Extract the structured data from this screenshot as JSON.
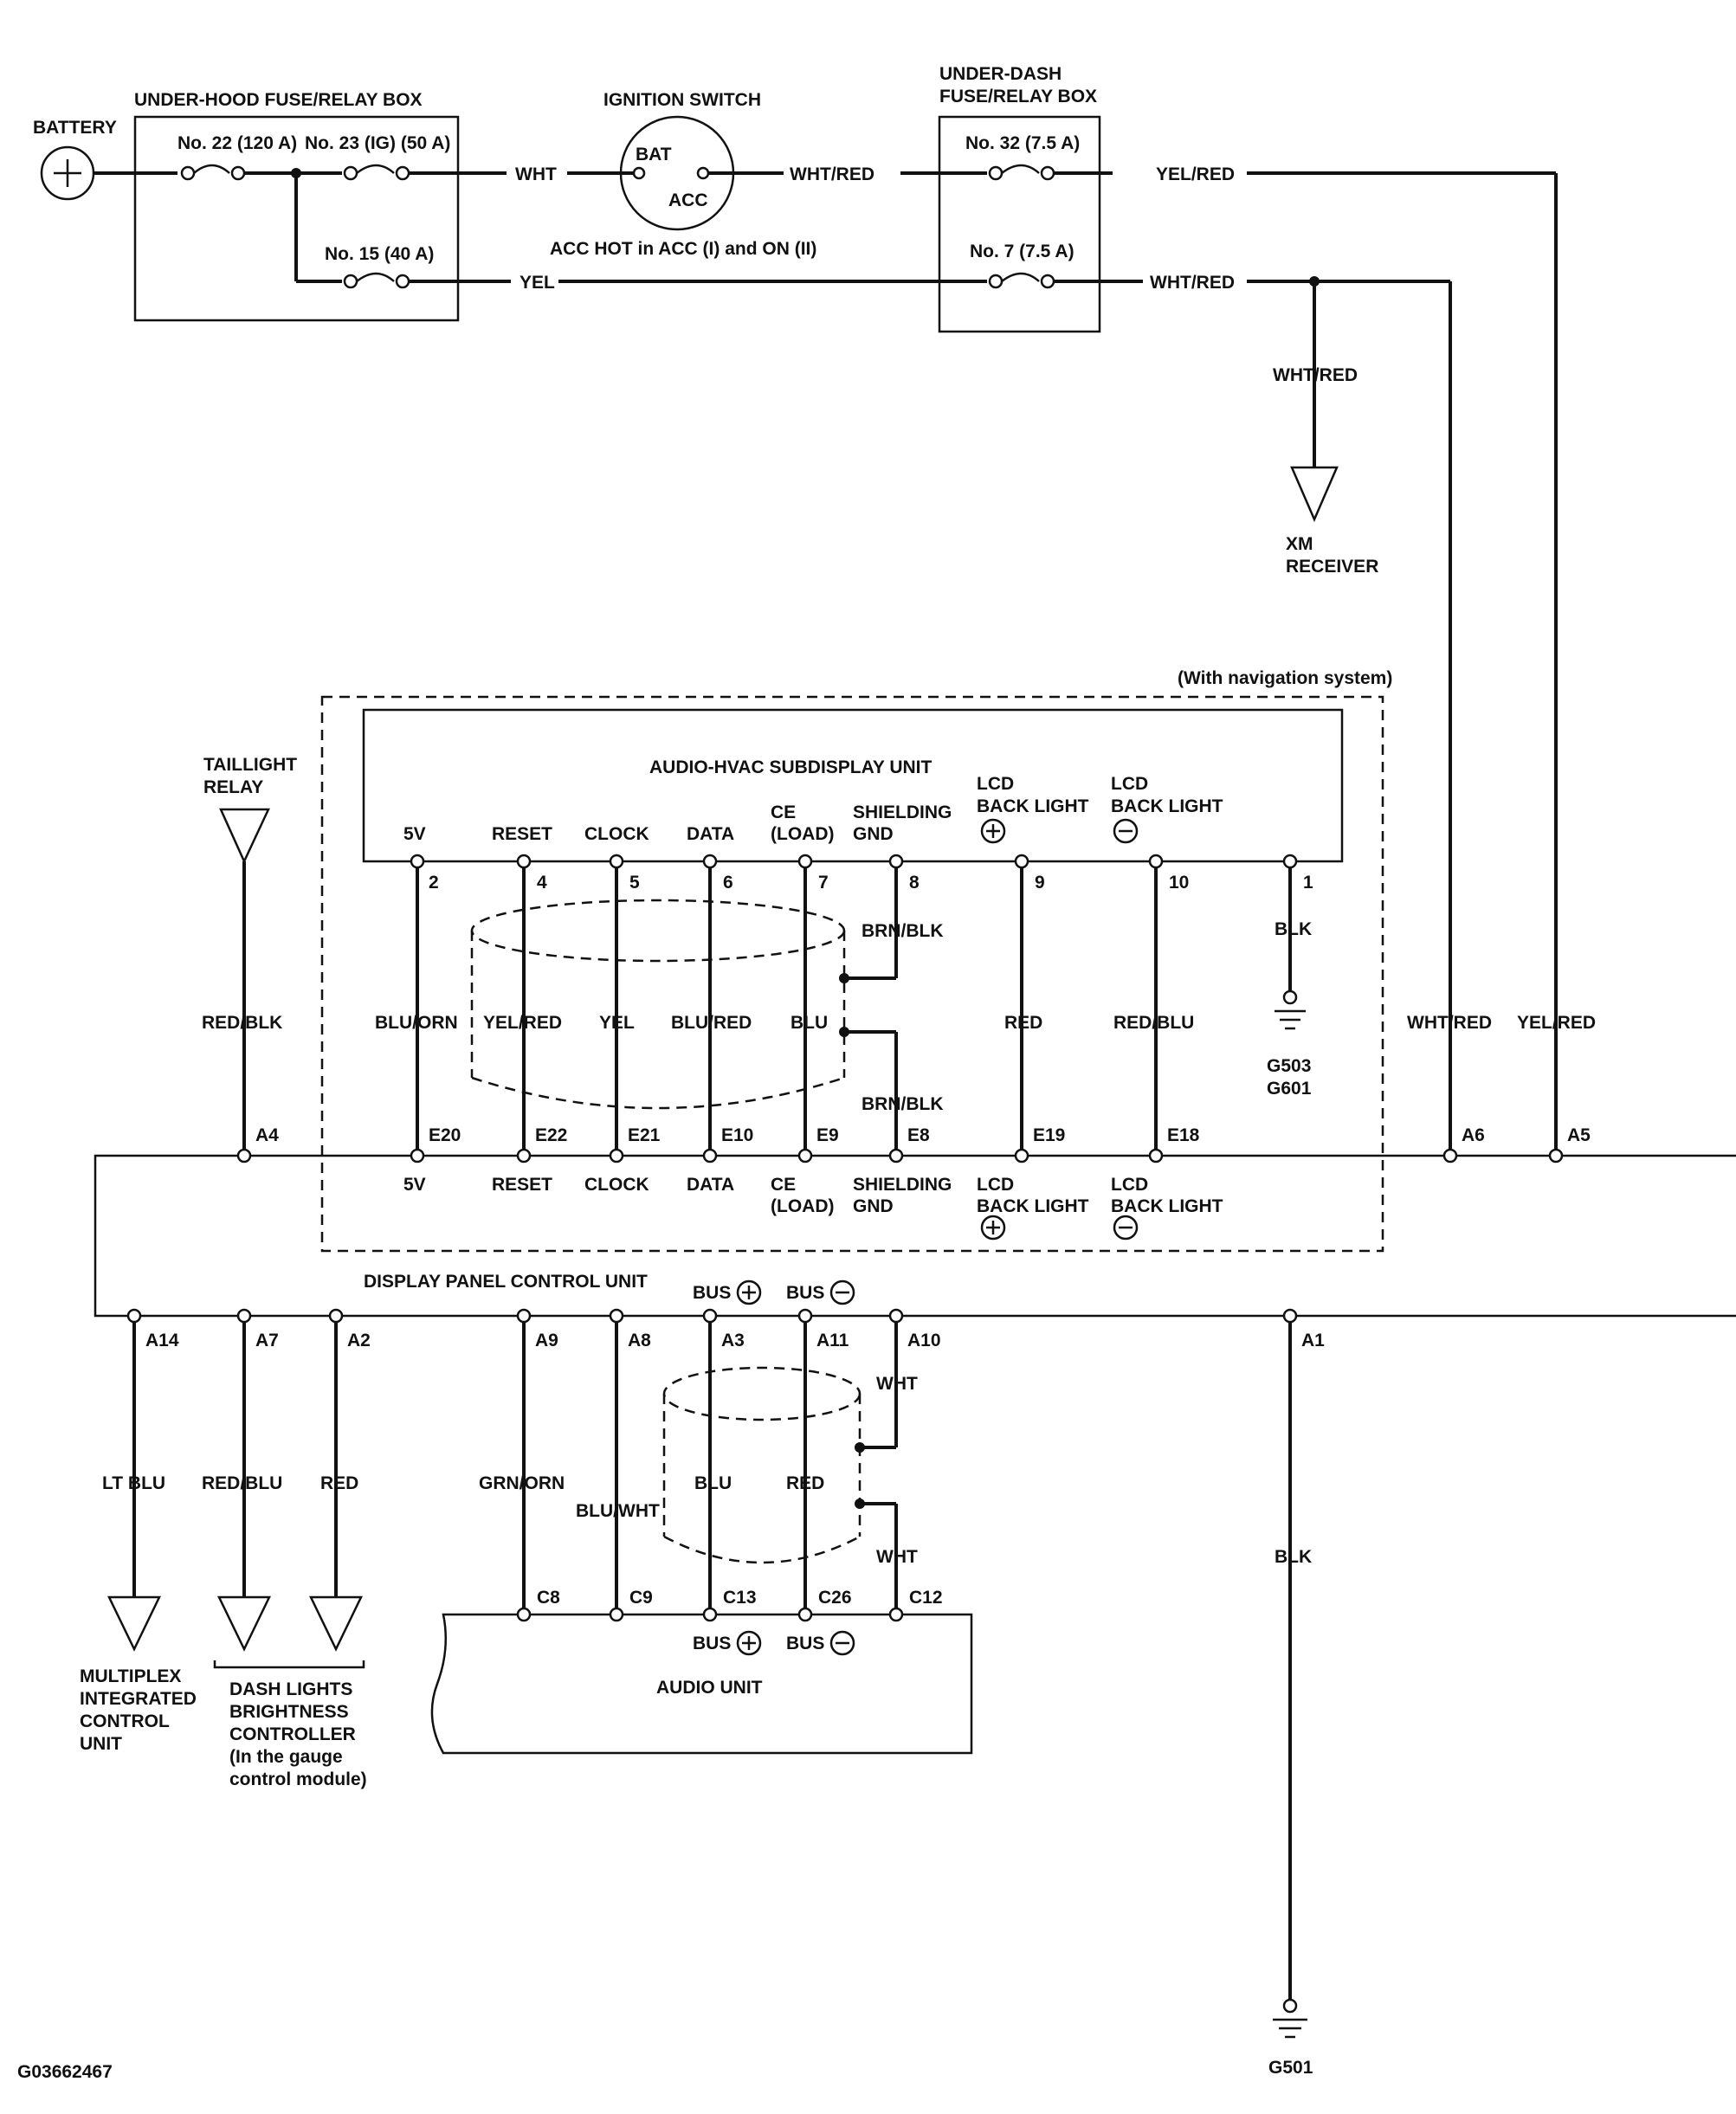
{
  "power": {
    "battery": "BATTERY",
    "underhood_box": "UNDER-HOOD FUSE/RELAY BOX",
    "fuse22": "No. 22 (120 A)",
    "fuse23": "No. 23 (IG) (50 A)",
    "fuse15": "No. 15 (40 A)",
    "ignition_switch": "IGNITION SWITCH",
    "bat": "BAT",
    "acc": "ACC",
    "acc_hot_note": "ACC HOT in ACC (I) and ON (II)",
    "underdash_box_line1": "UNDER-DASH",
    "underdash_box_line2": "FUSE/RELAY BOX",
    "fuse32": "No. 32 (7.5 A)",
    "fuse7": "No. 7 (7.5 A)",
    "xm_receiver_line1": "XM",
    "xm_receiver_line2": "RECEIVER"
  },
  "wires": {
    "wht": "WHT",
    "yel": "YEL",
    "wht_red": "WHT/RED",
    "yel_red": "YEL/RED",
    "red_blk": "RED/BLK",
    "blu_orn": "BLU/ORN",
    "yel_red_reset": "YEL/RED",
    "yel_clock": "YEL",
    "blu_red": "BLU/RED",
    "blu_ce": "BLU",
    "brn_blk_top": "BRN/BLK",
    "brn_blk_bottom": "BRN/BLK",
    "red_lcd": "RED",
    "red_blu_lcd": "RED/BLU",
    "blk_sub": "BLK",
    "lt_blu": "LT BLU",
    "red_blu_dash": "RED/BLU",
    "red_dash": "RED",
    "grn_orn": "GRN/ORN",
    "blu_wht": "BLU/WHT",
    "blu_bus": "BLU",
    "red_bus": "RED",
    "wht_top": "WHT",
    "wht_bottom": "WHT",
    "blk_ground": "BLK"
  },
  "subdisplay": {
    "nav_note": "(With navigation system)",
    "title": "AUDIO-HVAC SUBDISPLAY UNIT",
    "pins": {
      "p5v": "5V",
      "reset": "RESET",
      "clock": "CLOCK",
      "data": "DATA",
      "ce": "CE",
      "load": "(LOAD)",
      "shielding": "SHIELDING",
      "gnd": "GND",
      "lcd1": "LCD",
      "backlight1": "BACK LIGHT",
      "lcd2": "LCD",
      "backlight2": "BACK LIGHT"
    },
    "numbers": [
      "2",
      "4",
      "5",
      "6",
      "7",
      "8",
      "9",
      "10",
      "1"
    ],
    "ground": [
      "G503",
      "G601"
    ]
  },
  "display_panel": {
    "title": "DISPLAY PANEL CONTROL UNIT",
    "top_connectors": [
      "A4",
      "E20",
      "E22",
      "E21",
      "E10",
      "E9",
      "E8",
      "E19",
      "E18",
      "A6",
      "A5"
    ],
    "inner_labels": {
      "p5v": "5V",
      "reset": "RESET",
      "clock": "CLOCK",
      "data": "DATA",
      "ce": "CE",
      "load": "(LOAD)",
      "shielding": "SHIELDING",
      "gnd": "GND",
      "lcd1": "LCD",
      "backlight1": "BACK LIGHT",
      "lcd2": "LCD",
      "backlight2": "BACK LIGHT"
    },
    "bus_plus": "BUS",
    "bus_minus": "BUS",
    "bottom_connectors": [
      "A14",
      "A7",
      "A2",
      "A9",
      "A8",
      "A3",
      "A11",
      "A10",
      "A1"
    ]
  },
  "taillight": {
    "line1": "TAILLIGHT",
    "line2": "RELAY"
  },
  "loads": {
    "multiplex": [
      "MULTIPLEX",
      "INTEGRATED",
      "CONTROL",
      "UNIT"
    ],
    "dash": [
      "DASH LIGHTS",
      "BRIGHTNESS",
      "CONTROLLER",
      "(In the gauge",
      "control module)"
    ]
  },
  "audio": {
    "title": "AUDIO UNIT",
    "connectors": [
      "C8",
      "C9",
      "C13",
      "C26",
      "C12"
    ],
    "bus_plus": "BUS",
    "bus_minus": "BUS"
  },
  "ground_main": "G501",
  "figure_id": "G03662467"
}
